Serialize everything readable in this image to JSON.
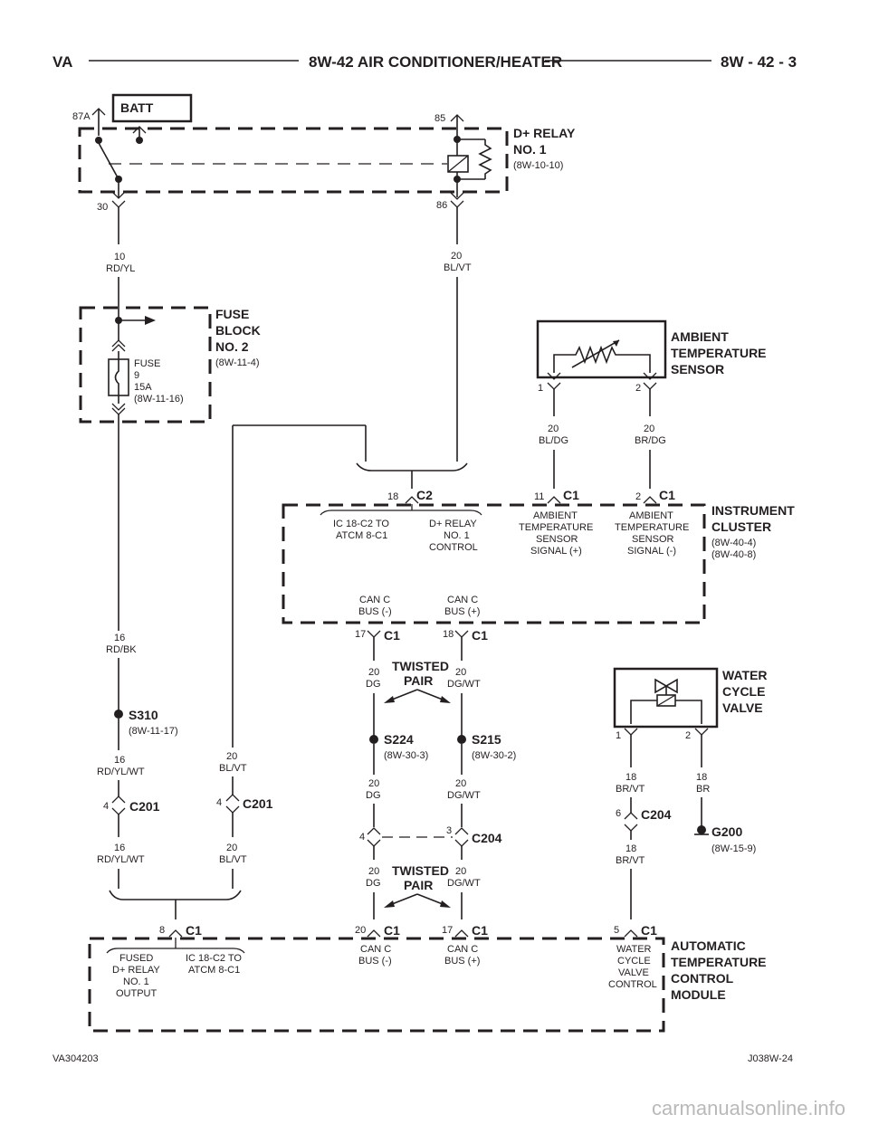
{
  "header": {
    "left": "VA",
    "title": "8W-42 AIR CONDITIONER/HEATER",
    "page": "8W - 42 - 3"
  },
  "footer": {
    "left": "VA304203",
    "right": "J038W-24",
    "watermark": "carmanualsonline.info"
  },
  "components": {
    "batt": "BATT",
    "relay": {
      "name1": "D+ RELAY",
      "name2": "NO. 1",
      "ref": "(8W-10-10)",
      "pin_87a": "87A",
      "pin_85": "85",
      "pin_30": "30",
      "pin_86": "86"
    },
    "fuse_block": {
      "name1": "FUSE",
      "name2": "BLOCK",
      "name3": "NO. 2",
      "ref": "(8W-11-4)",
      "fuse1": "FUSE",
      "fuse2": "9",
      "fuse3": "15A",
      "fuse4": "(8W-11-16)"
    },
    "ambient_sensor": {
      "name1": "AMBIENT",
      "name2": "TEMPERATURE",
      "name3": "SENSOR",
      "pin1": "1",
      "pin2": "2"
    },
    "instrument_cluster": {
      "name1": "INSTRUMENT",
      "name2": "CLUSTER",
      "ref1": "(8W-40-4)",
      "ref2": "(8W-40-8)",
      "c2_pin": "18",
      "c2": "C2",
      "c1_pin11": "11",
      "c1_pin2": "2",
      "c1": "C1",
      "lbl_ic_a": "IC 18-C2 TO",
      "lbl_ic_b": "ATCM 8-C1",
      "lbl_dr_a": "D+ RELAY",
      "lbl_dr_b": "NO. 1",
      "lbl_dr_c": "CONTROL",
      "lbl_ap_a": "AMBIENT",
      "lbl_ap_b": "TEMPERATURE",
      "lbl_ap_c": "SENSOR",
      "lbl_ap_d": "SIGNAL (+)",
      "lbl_an_a": "AMBIENT",
      "lbl_an_b": "TEMPERATURE",
      "lbl_an_c": "SENSOR",
      "lbl_an_d": "SIGNAL (-)",
      "can_n_a": "CAN C",
      "can_n_b": "BUS (-)",
      "can_p_a": "CAN C",
      "can_p_b": "BUS (+)",
      "pin17": "17",
      "pin18": "18"
    },
    "water_valve": {
      "name1": "WATER",
      "name2": "CYCLE",
      "name3": "VALVE",
      "pin1": "1",
      "pin2": "2"
    },
    "atcm": {
      "name1": "AUTOMATIC",
      "name2": "TEMPERATURE",
      "name3": "CONTROL",
      "name4": "MODULE",
      "pin8": "8",
      "pin20": "20",
      "pin17": "17",
      "pin5": "5",
      "c1": "C1",
      "f_a": "FUSED",
      "f_b": "D+ RELAY",
      "f_c": "NO. 1",
      "f_d": "OUTPUT",
      "i_a": "IC 18-C2 TO",
      "i_b": "ATCM 8-C1",
      "cn_a": "CAN C",
      "cn_b": "BUS (-)",
      "cp_a": "CAN C",
      "cp_b": "BUS (+)",
      "wv_a": "WATER",
      "wv_b": "CYCLE",
      "wv_c": "VALVE",
      "wv_d": "CONTROL"
    }
  },
  "wires": {
    "w_rdyl": [
      "10",
      "RD/YL"
    ],
    "w_blvt_top": [
      "20",
      "BL/VT"
    ],
    "w_bldg": [
      "20",
      "BL/DG"
    ],
    "w_brdg": [
      "20",
      "BR/DG"
    ],
    "w_rdbk": [
      "16",
      "RD/BK"
    ],
    "w_rdylwt_1": [
      "16",
      "RD/YL/WT"
    ],
    "w_rdylwt_2": [
      "16",
      "RD/YL/WT"
    ],
    "w_blvt_1": [
      "20",
      "BL/VT"
    ],
    "w_blvt_2": [
      "20",
      "BL/VT"
    ],
    "w_dg_1": [
      "20",
      "DG"
    ],
    "w_dgwt_1": [
      "20",
      "DG/WT"
    ],
    "w_dg_2": [
      "20",
      "DG"
    ],
    "w_dgwt_2": [
      "20",
      "DG/WT"
    ],
    "w_dg_3": [
      "20",
      "DG"
    ],
    "w_dgwt_3": [
      "20",
      "DG/WT"
    ],
    "w_brvt_1": [
      "18",
      "BR/VT"
    ],
    "w_br": [
      "18",
      "BR"
    ],
    "w_brvt_2": [
      "18",
      "BR/VT"
    ]
  },
  "splices": {
    "s310": {
      "name": "S310",
      "ref": "(8W-11-17)"
    },
    "s224": {
      "name": "S224",
      "ref": "(8W-30-3)"
    },
    "s215": {
      "name": "S215",
      "ref": "(8W-30-2)"
    },
    "g200": {
      "name": "G200",
      "ref": "(8W-15-9)"
    }
  },
  "connectors": {
    "c201a": {
      "pin": "4",
      "name": "C201"
    },
    "c201b": {
      "pin": "4",
      "name": "C201"
    },
    "c204a": {
      "pin4": "4",
      "pin3": "3",
      "name": "C204"
    },
    "c204b": {
      "pin": "6",
      "name": "C204"
    }
  },
  "twisted_pair": {
    "line1": "TWISTED",
    "line2": "PAIR"
  }
}
